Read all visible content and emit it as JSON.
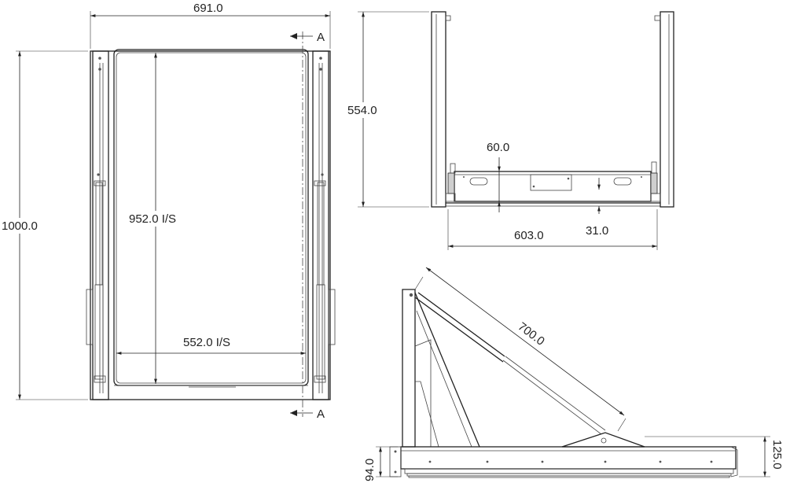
{
  "views": {
    "front": {
      "overall_width": "691.0",
      "overall_height": "1000.0",
      "inside_height": "952.0 I/S",
      "inside_width": "552.0 I/S",
      "section_label_top": "A",
      "section_label_bottom": "A"
    },
    "top": {
      "depth": "554.0",
      "tray_height": "60.0",
      "rail_width": "603.0",
      "base_offset": "31.0"
    },
    "side": {
      "arm_length": "700.0",
      "base_height_left": "94.0",
      "base_height_right": "125.0"
    }
  },
  "colors": {
    "line": "#222222",
    "background": "#ffffff"
  }
}
